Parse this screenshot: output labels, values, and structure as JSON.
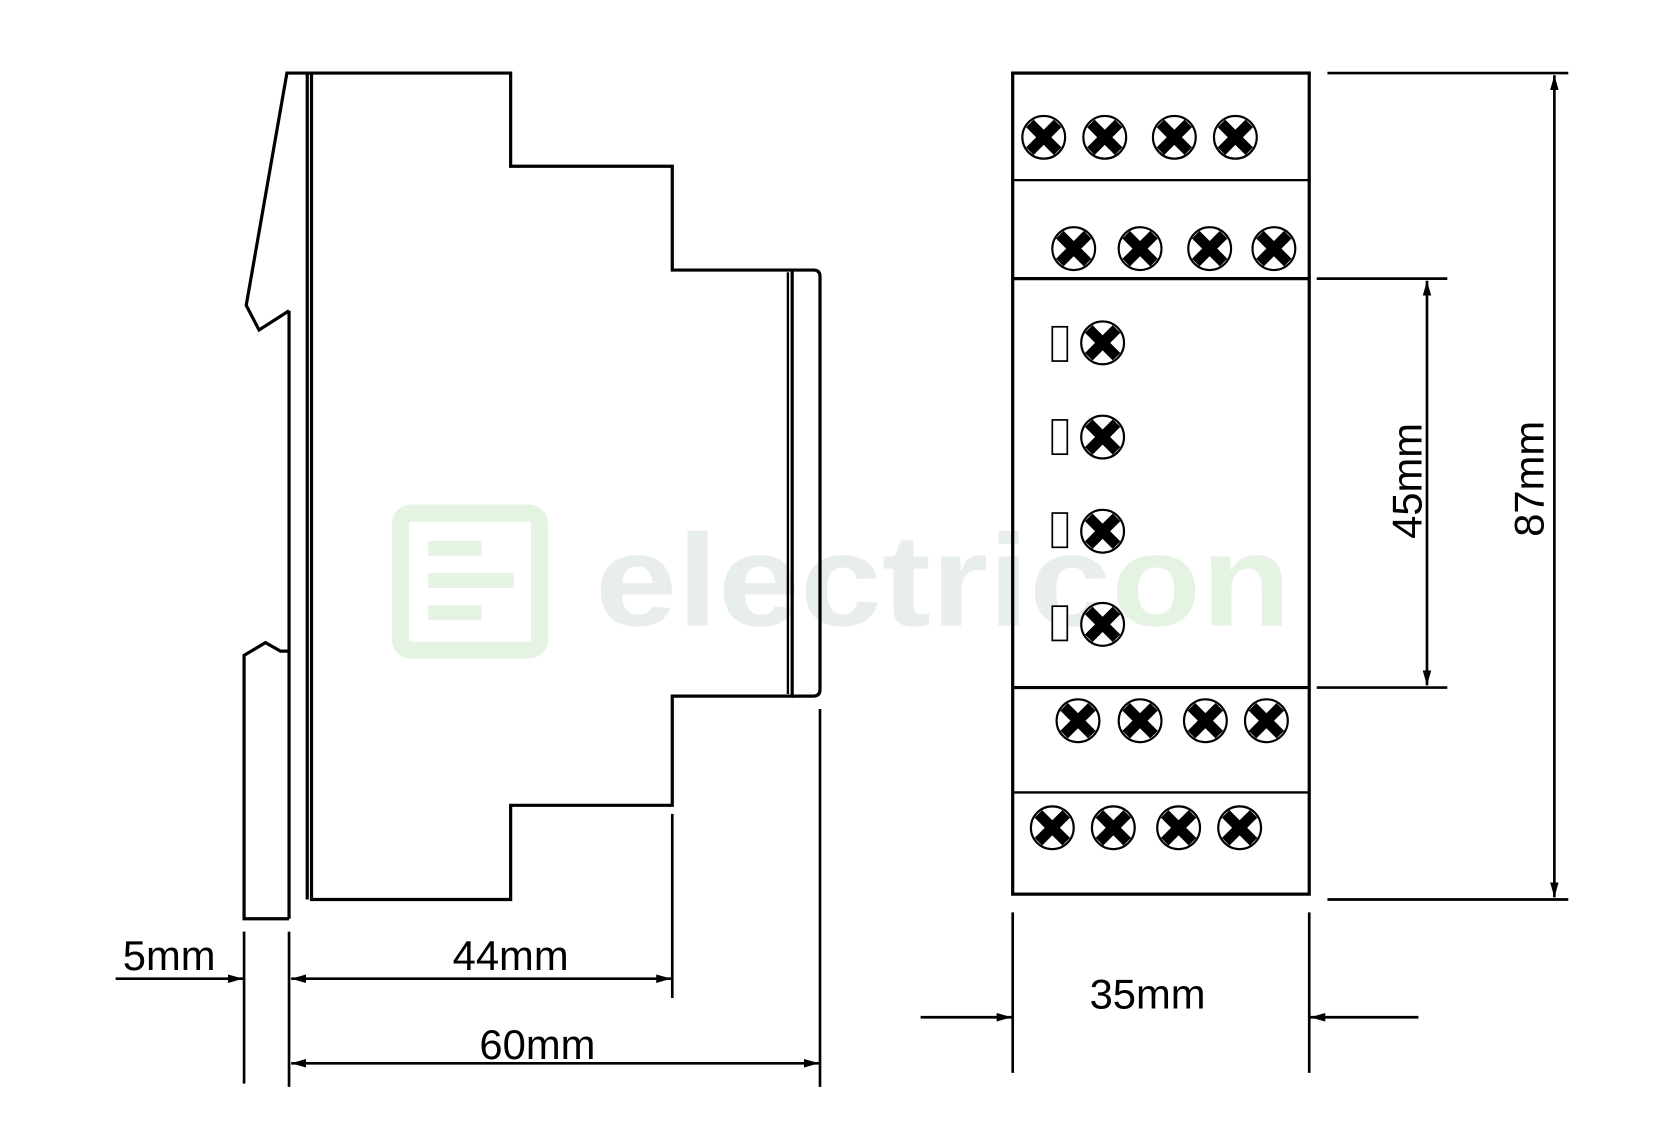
{
  "labels": {
    "side_clip_depth": "5mm",
    "side_body_depth": "44mm",
    "side_total_depth": "60mm",
    "front_width": "35mm",
    "front_window_height": "45mm",
    "front_total_height": "87mm"
  },
  "watermark": {
    "part_1": "electric",
    "part_2": "on"
  },
  "colors": {
    "line": "#000000",
    "watermark_gray": "#e8eeeb",
    "watermark_green": "#e4f3e2"
  },
  "icons": {
    "terminal": "terminal-screw-icon",
    "indicator": "led-indicator-icon",
    "logo": "brand-logo-icon"
  }
}
